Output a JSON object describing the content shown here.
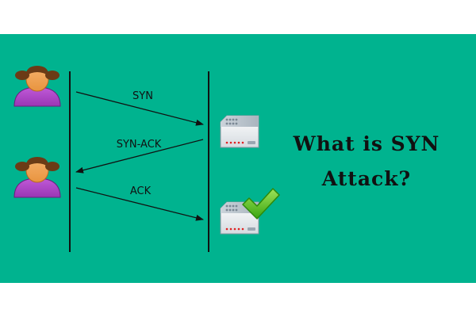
{
  "colors": {
    "background": "#00b38f",
    "line": "#111111",
    "check": "#4cc21a"
  },
  "messages": [
    {
      "label": "SYN",
      "direction": "client-to-server"
    },
    {
      "label": "SYN-ACK",
      "direction": "server-to-client"
    },
    {
      "label": "ACK",
      "direction": "client-to-server"
    }
  ],
  "title": {
    "line1": "What is SYN",
    "line2": "Attack?"
  },
  "icons": {
    "client": "user-icon",
    "server": "server-icon",
    "confirmation": "checkmark-icon"
  }
}
